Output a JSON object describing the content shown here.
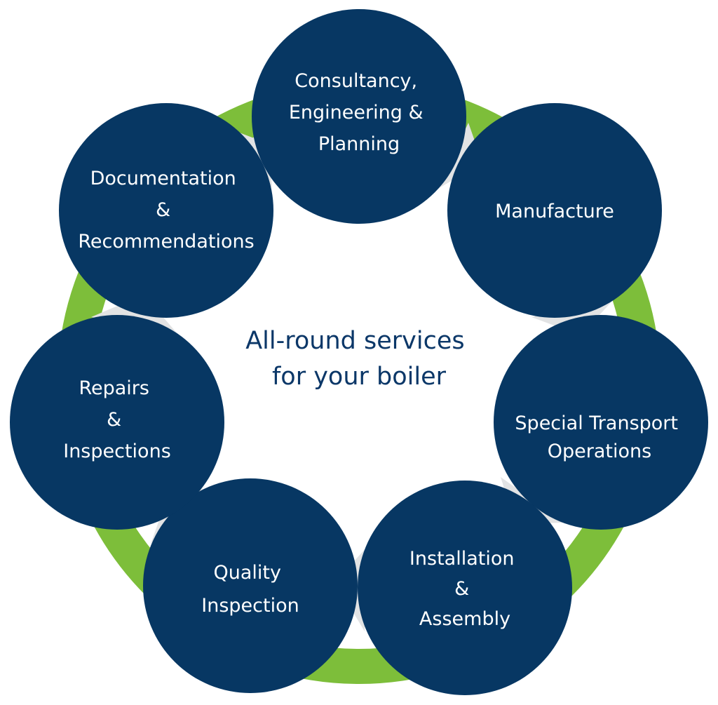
{
  "diagram": {
    "center_lines": [
      "All-round services",
      "for your boiler"
    ],
    "steps": [
      {
        "id": "consultancy",
        "lines": [
          "Consultancy,",
          "Engineering &",
          "Planning"
        ]
      },
      {
        "id": "manufacture",
        "lines": [
          "Manufacture"
        ]
      },
      {
        "id": "transport",
        "lines": [
          "Special Transport",
          "Operations"
        ]
      },
      {
        "id": "installation",
        "lines": [
          "Installation",
          "&",
          "Assembly"
        ]
      },
      {
        "id": "quality",
        "lines": [
          "Quality",
          "Inspection"
        ]
      },
      {
        "id": "repairs",
        "lines": [
          "Repairs",
          "&",
          "Inspections"
        ]
      },
      {
        "id": "documentation",
        "lines": [
          "Documentation",
          "&",
          "Recommendations"
        ]
      }
    ]
  },
  "colors": {
    "circle_fill": "#073763",
    "ring_green": "#7dbe3a",
    "arrow_grey": "#e2e3e4",
    "center_text": "#0b3768",
    "label_text": "#ffffff"
  }
}
